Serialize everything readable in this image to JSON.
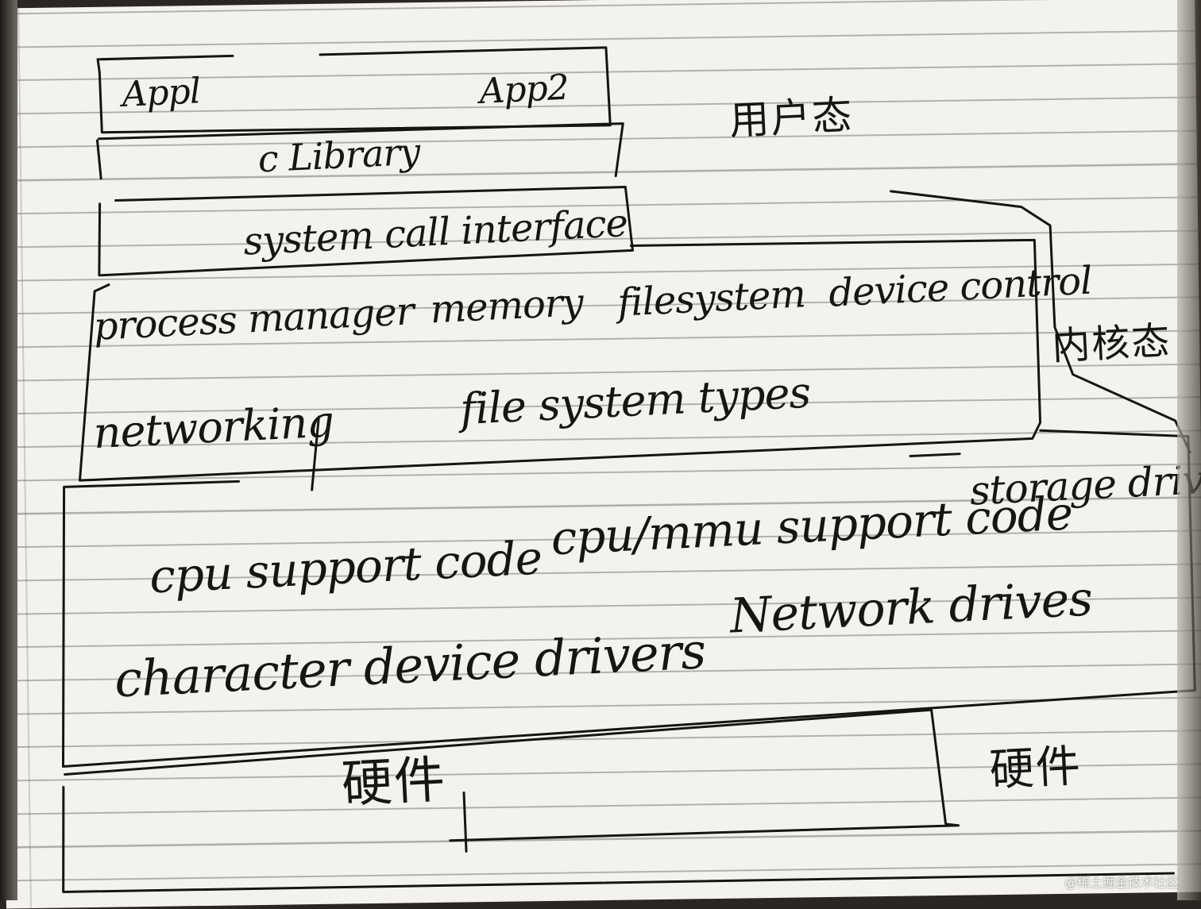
{
  "layers": {
    "apps": [
      "Appl",
      "App2"
    ],
    "c_library": "c Library",
    "syscall": "system call interface",
    "kernel_row1": [
      "process manager",
      "memory",
      "filesystem",
      "device control"
    ],
    "kernel_row2": [
      "networking",
      "file system types"
    ],
    "drivers_row1": [
      "cpu support code",
      "cpu/mmu support code",
      "storage drives"
    ],
    "drivers_row2": [
      "character device drivers",
      "Network drives"
    ],
    "hardware": "硬件"
  },
  "annotations": {
    "user_mode": "用户态",
    "kernel_mode": "内核态",
    "hardware_side": "硬件"
  },
  "watermark": "@稀土掘金技术社区",
  "colors": {
    "ink": "#161513",
    "paper": "#f3f2ee",
    "rule": "#7a7670"
  }
}
